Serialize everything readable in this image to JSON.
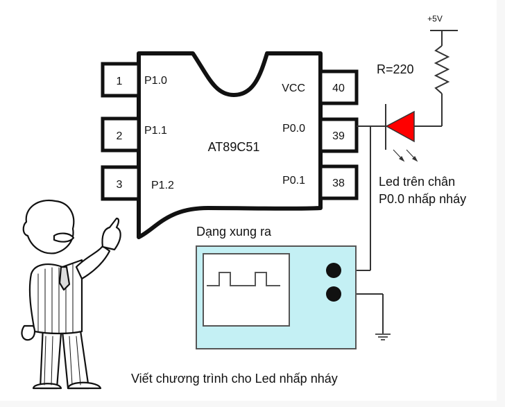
{
  "chip": {
    "name": "AT89C51",
    "left_pins": [
      {
        "number": "1",
        "label": "P1.0"
      },
      {
        "number": "2",
        "label": "P1.1"
      },
      {
        "number": "3",
        "label": "P1.2"
      }
    ],
    "right_pins": [
      {
        "number": "40",
        "label": "VCC"
      },
      {
        "number": "39",
        "label": "P0.0"
      },
      {
        "number": "38",
        "label": "P0.1"
      }
    ]
  },
  "power": {
    "label": "+5V"
  },
  "resistor": {
    "label": "R=220"
  },
  "led": {
    "color": "#ff0000",
    "caption_line1": "Led trên chân",
    "caption_line2": "P0.0 nhấp nháy"
  },
  "oscilloscope": {
    "title": "Dạng xung ra",
    "body_color": "#c4f0f4"
  },
  "caption": "Viết chương trình cho Led nhấp nháy"
}
